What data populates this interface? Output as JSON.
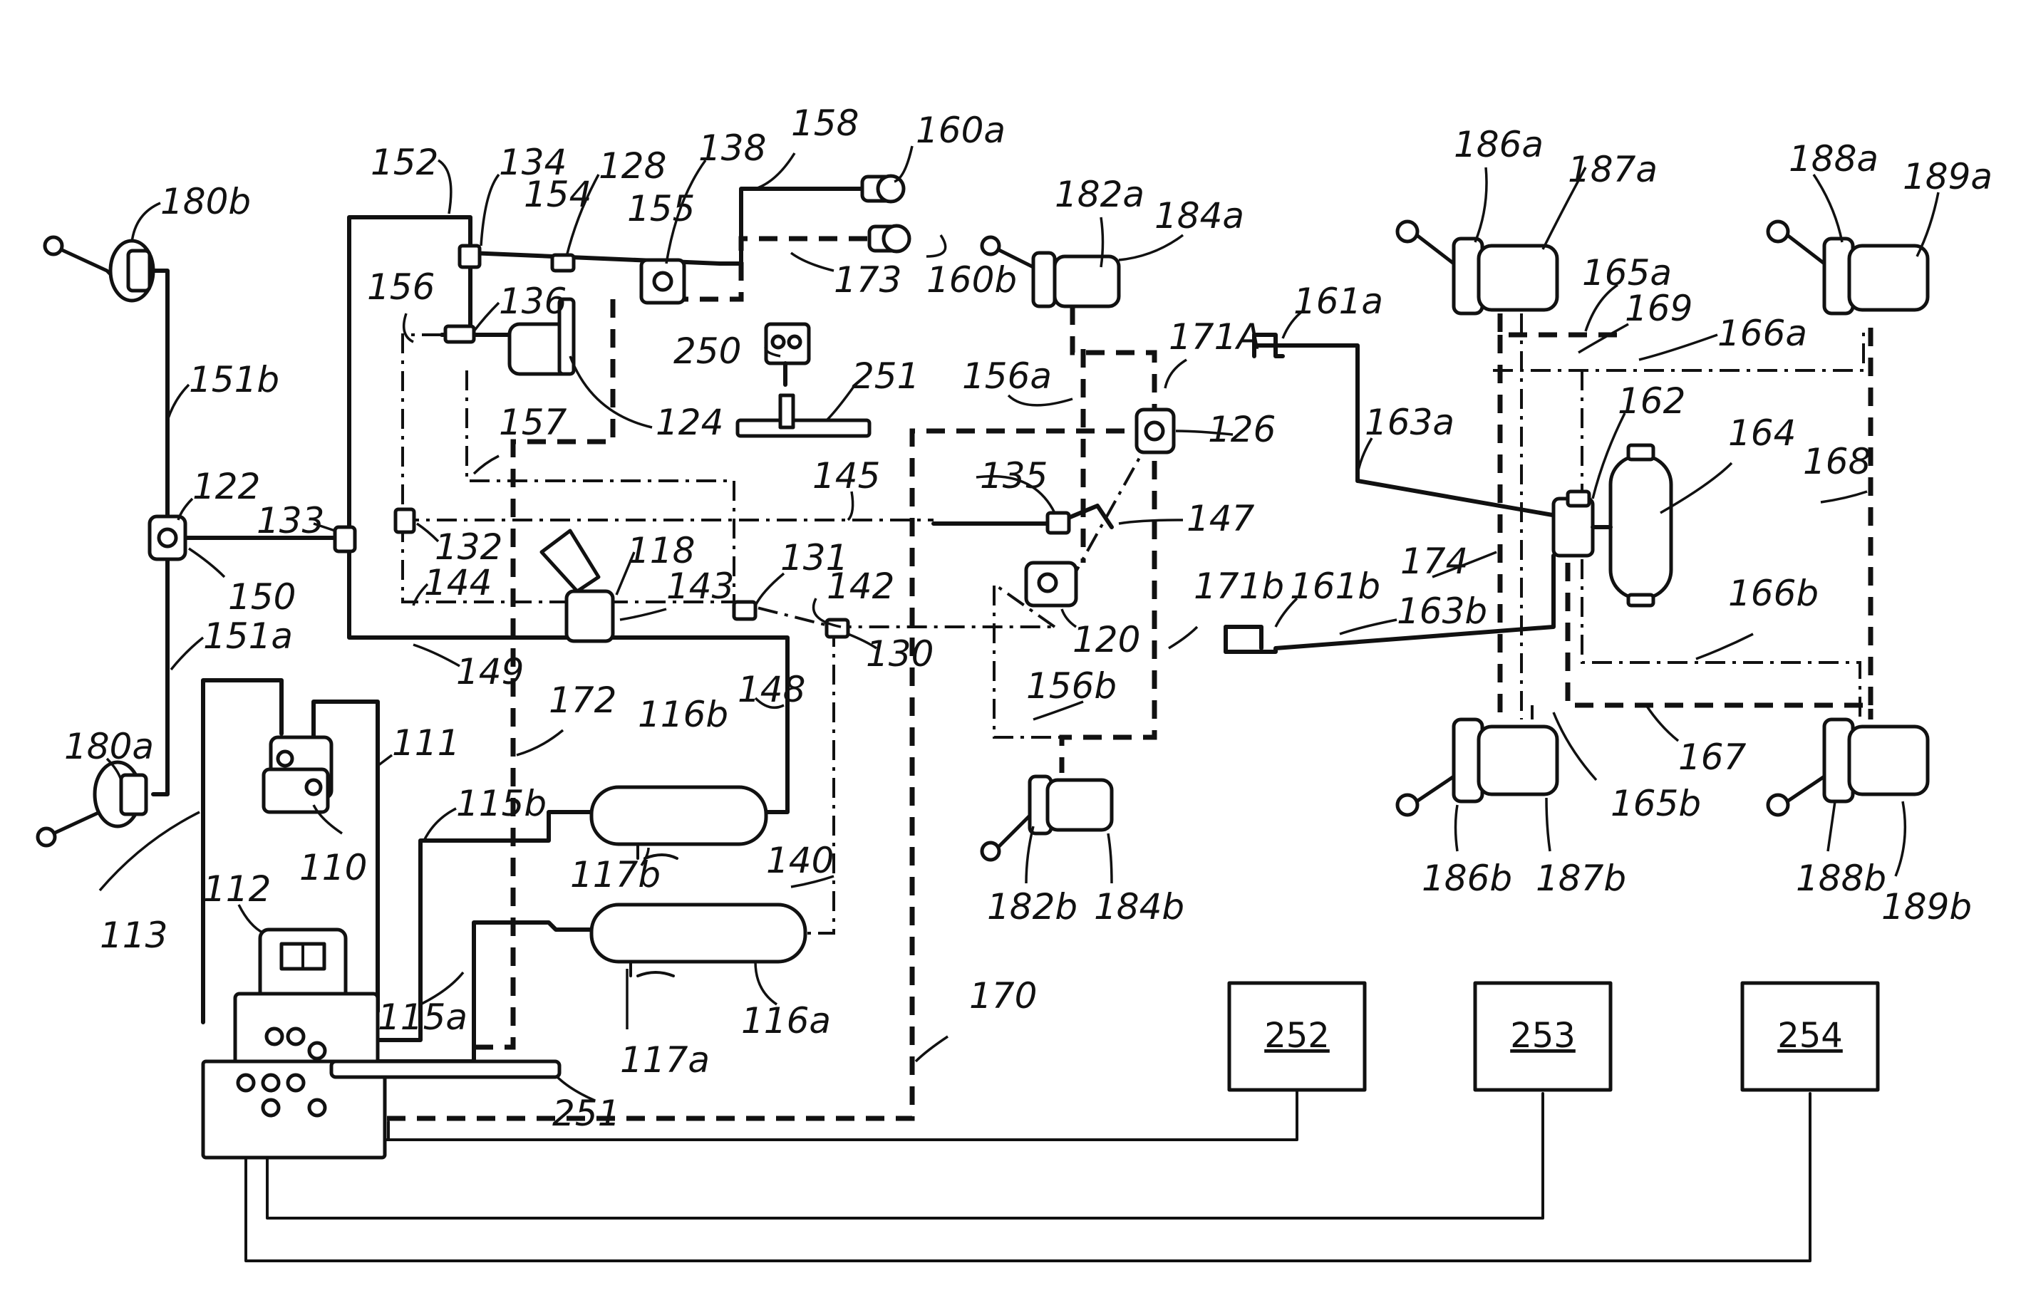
{
  "labels": {
    "l180b": "180b",
    "l151b": "151b",
    "l122": "122",
    "l133": "133",
    "l150": "150",
    "l151a": "151a",
    "l180a": "180a",
    "l113": "113",
    "l112": "112",
    "l110": "110",
    "l111": "111",
    "l115b": "115b",
    "l115a": "115a",
    "l152": "152",
    "l134": "134",
    "l128": "128",
    "l138": "138",
    "l158": "158",
    "l160a": "160a",
    "l160b": "160b",
    "l154": "154",
    "l155": "155",
    "l156": "156",
    "l136": "136",
    "l173": "173",
    "l124": "124",
    "l157": "157",
    "l132": "132",
    "l144": "144",
    "l118": "118",
    "l143": "143",
    "l131": "131",
    "l142": "142",
    "l149": "149",
    "l172": "172",
    "l116b": "116b",
    "l148": "148",
    "l117b": "117b",
    "l130": "130",
    "l140": "140",
    "l116a": "116a",
    "l117a": "117a",
    "l251a": "251",
    "l251b": "251",
    "l250": "250",
    "l170": "170",
    "l145": "145",
    "l135": "135",
    "l147": "147",
    "l120": "120",
    "l126": "126",
    "l171A": "171A",
    "l156a": "156a",
    "l182a": "182a",
    "l184a": "184a",
    "l171b": "171b",
    "l156b": "156b",
    "l182b": "182b",
    "l184b": "184b",
    "l161a": "161a",
    "l163a": "163a",
    "l161b": "161b",
    "l163b": "163b",
    "l174": "174",
    "l186a": "186a",
    "l187a": "187a",
    "l165a": "165a",
    "l169": "169",
    "l166a": "166a",
    "l188a": "188a",
    "l189a": "189a",
    "l162": "162",
    "l164": "164",
    "l168": "168",
    "l166b": "166b",
    "l167": "167",
    "l165b": "165b",
    "l186b": "186b",
    "l187b": "187b",
    "l188b": "188b",
    "l189b": "189b"
  },
  "boxes": {
    "b252": "252",
    "b253": "253",
    "b254": "254"
  }
}
